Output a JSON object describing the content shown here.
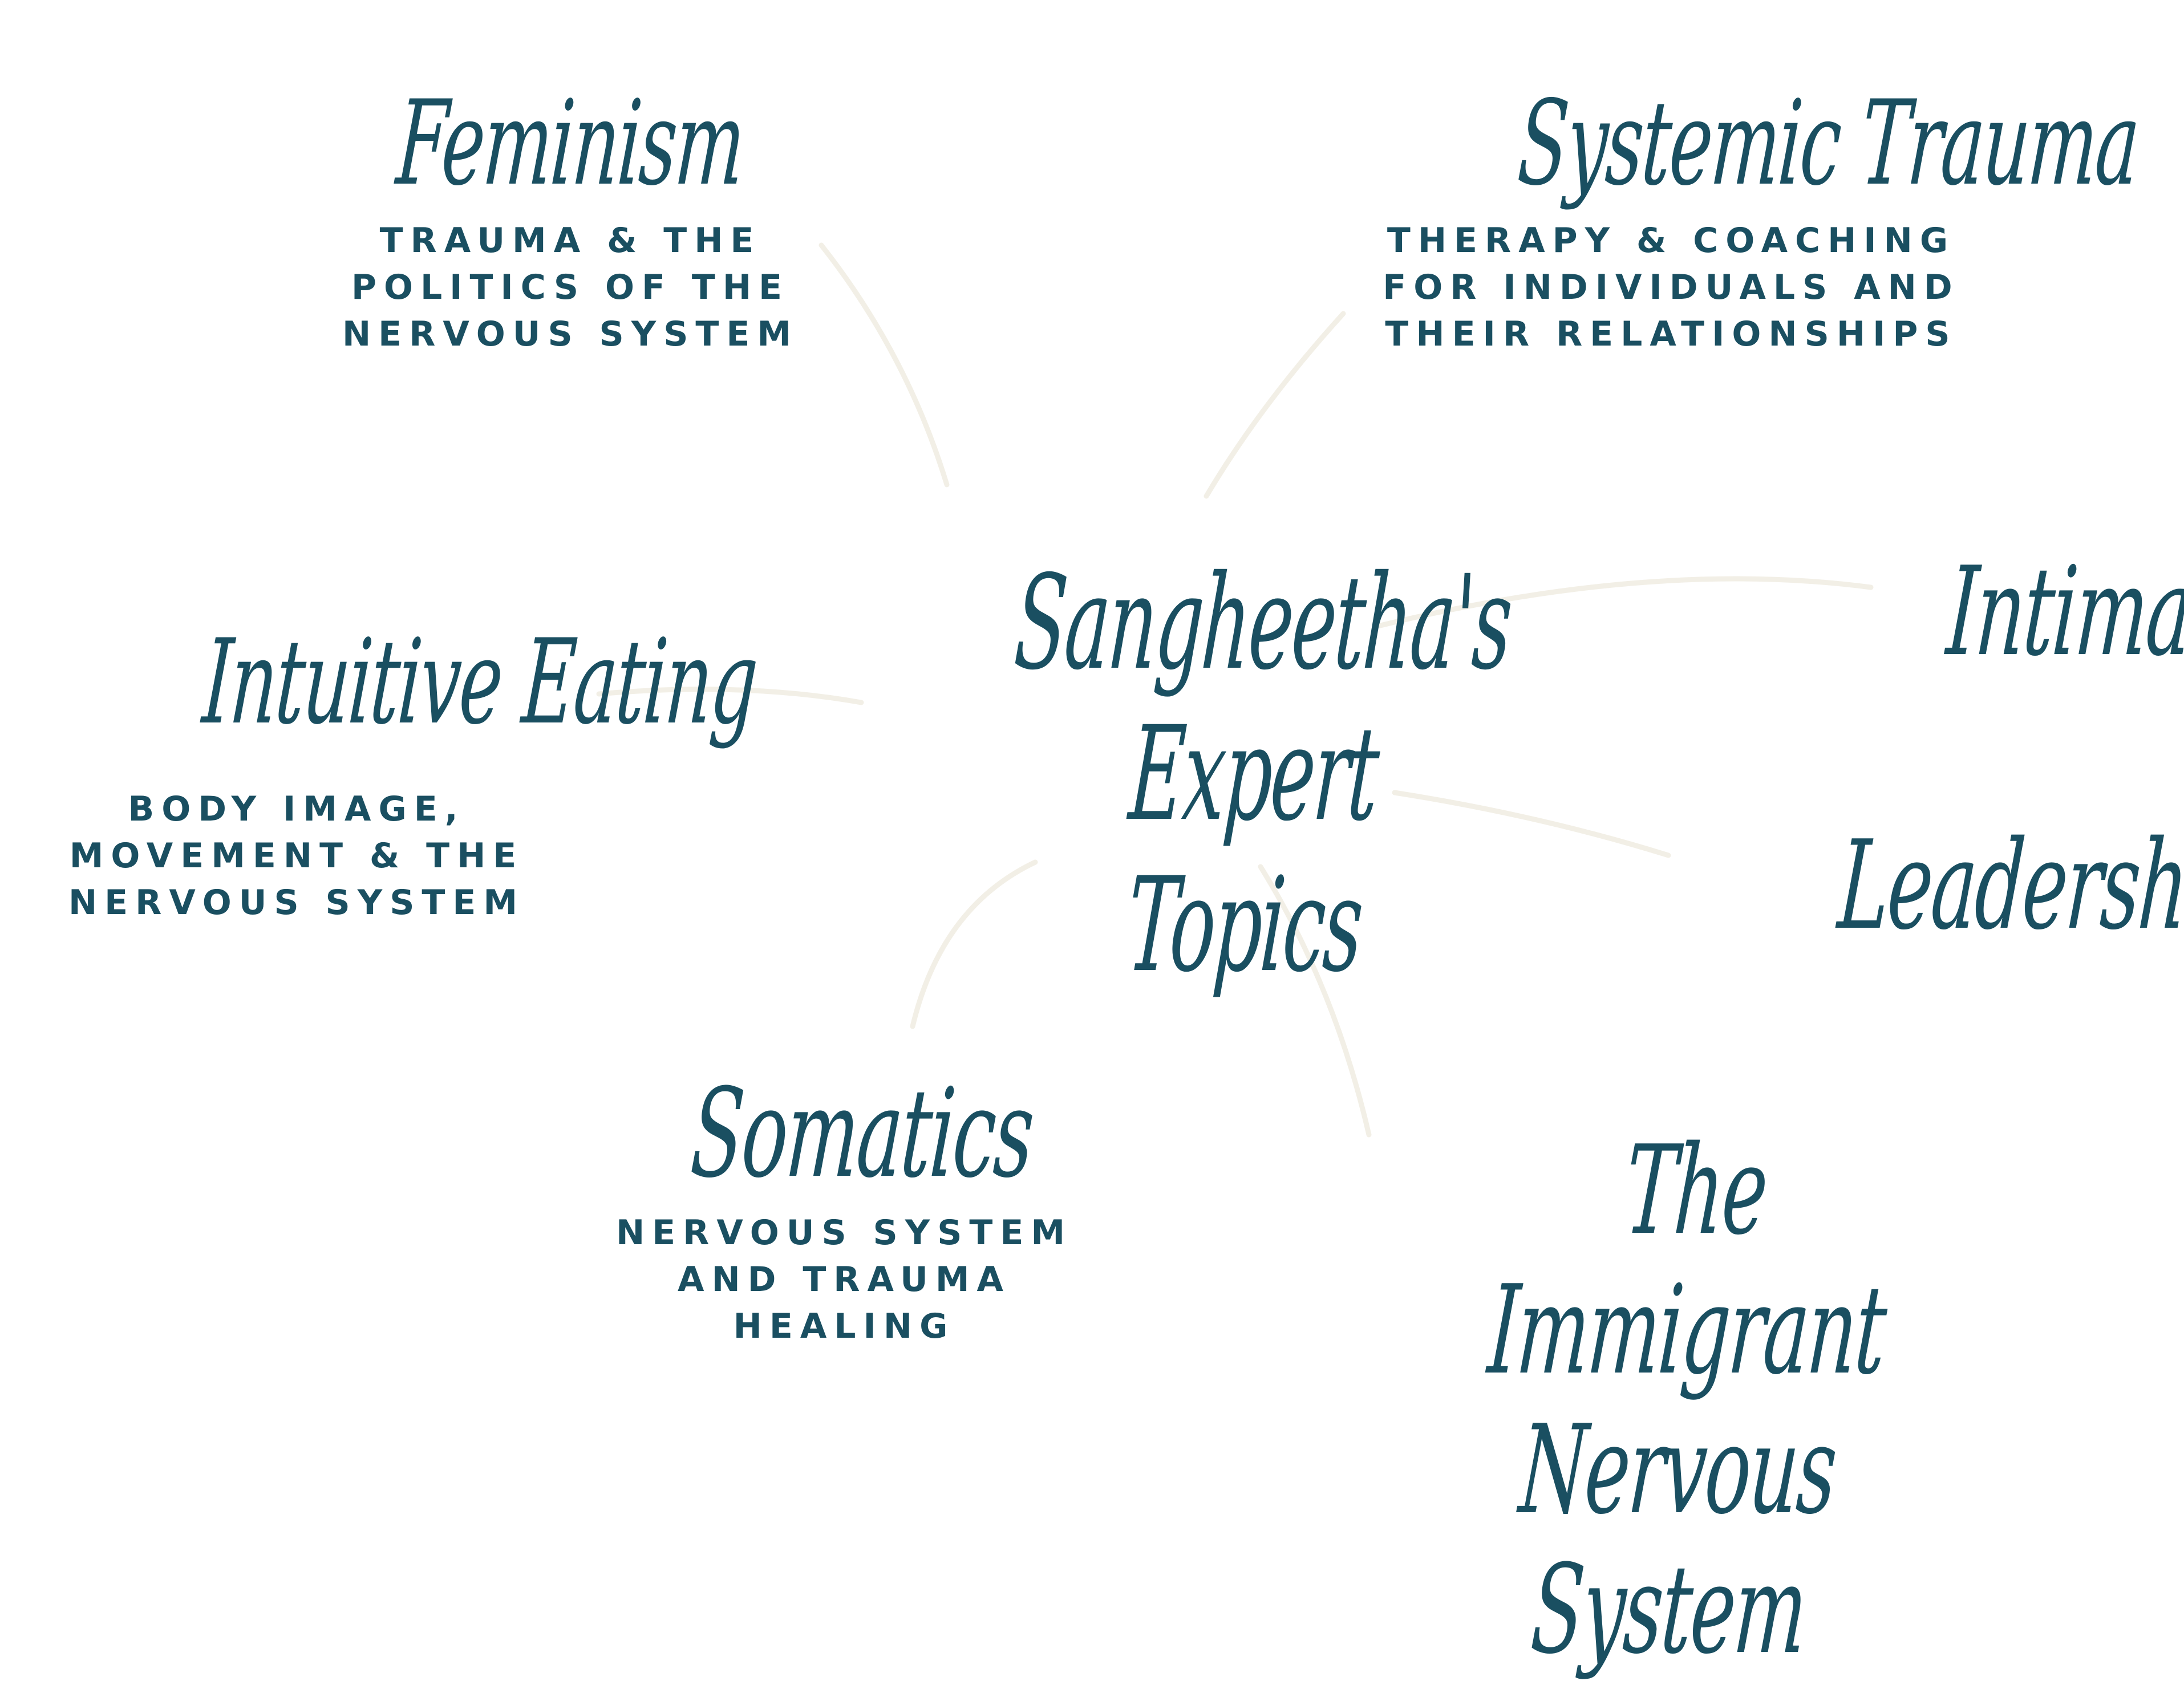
{
  "center": {
    "title": "Sangheetha's\nExpert Topics"
  },
  "topics": [
    {
      "id": "feminism",
      "title": "Feminism",
      "subtitle": "TRAUMA & THE\nPOLITICS OF THE\nNERVOUS SYSTEM"
    },
    {
      "id": "systemic-trauma",
      "title": "Systemic Trauma",
      "subtitle": "THERAPY & COACHING\nFOR INDIVIDUALS AND\nTHEIR RELATIONSHIPS"
    },
    {
      "id": "intuitive-eating",
      "title": "Intuitive Eating",
      "subtitle": "BODY IMAGE,\nMOVEMENT & THE\nNERVOUS SYSTEM"
    },
    {
      "id": "intimacy",
      "title": "Intimacy",
      "subtitle": ""
    },
    {
      "id": "leadership",
      "title": "Leadership",
      "subtitle": ""
    },
    {
      "id": "somatics",
      "title": "Somatics",
      "subtitle": "NERVOUS SYSTEM\nAND TRAUMA\nHEALING"
    },
    {
      "id": "immigrant",
      "title": "The Immigrant\nNervous System",
      "subtitle": ""
    }
  ],
  "colors": {
    "text": "#1a4f61",
    "connector": "#f2efe6",
    "background": "#ffffff"
  }
}
